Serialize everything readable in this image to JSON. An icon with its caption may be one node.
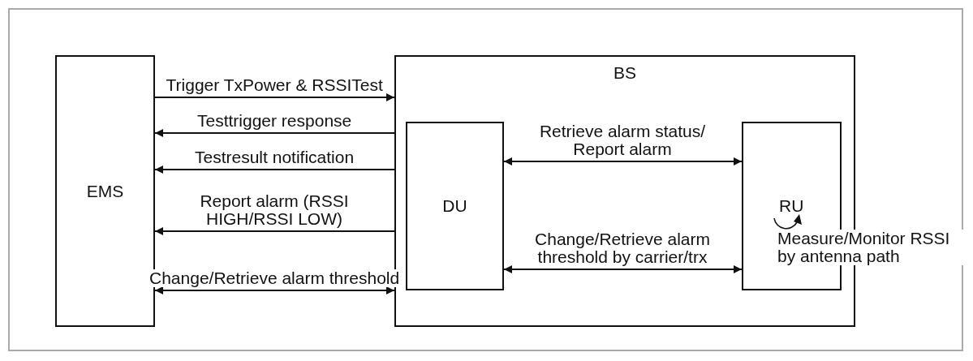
{
  "diagram": {
    "nodes": [
      {
        "text": [
          "EMS"
        ]
      },
      {
        "text": [
          "BS"
        ]
      },
      {
        "text": [
          "DU"
        ],
        "in": 1
      },
      {
        "text": [
          "RU"
        ],
        "in": 1,
        "beside": [
          "Measure/Monitor RSSI by antenna path"
        ]
      }
    ],
    "edges": [
      {
        "from": 0,
        "to": 1,
        "arrow": "to",
        "label": "Trigger TxPower & RSSITest"
      },
      {
        "from": 1,
        "to": 0,
        "arrow": "to",
        "label": "Testtrigger response"
      },
      {
        "from": 1,
        "to": 0,
        "arrow": "to",
        "label": "Testresult notification"
      },
      {
        "from": 1,
        "to": 0,
        "arrow": "to",
        "label": "Report alarm (RSSI HIGH/RSSI LOW)"
      },
      {
        "from": 0,
        "to": 1,
        "arrow": "both",
        "label": "Change/Retrieve alarm threshold"
      },
      {
        "from": 2,
        "to": 3,
        "arrow": "both",
        "label": "Retrieve alarm status/ Report alarm"
      },
      {
        "from": 2,
        "to": 3,
        "arrow": "both",
        "label": "Change/Retrieve alarm threshold by carrier/trx"
      }
    ]
  }
}
